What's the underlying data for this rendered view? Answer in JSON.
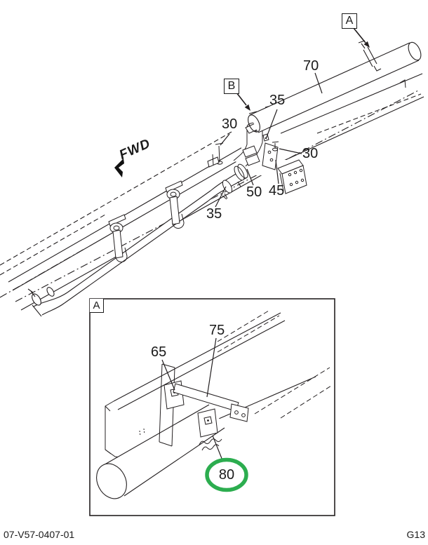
{
  "page": {
    "footer": {
      "doc_number": "07-V57-0407-01",
      "page_code": "G13"
    }
  },
  "colors": {
    "ink": "#231f20",
    "highlight_green": "#2cad4f"
  },
  "main_view": {
    "direction_label": "FWD",
    "detail_markers": {
      "a": "A",
      "b": "B"
    },
    "callouts": {
      "c70": "70",
      "c35_upper": "35",
      "c30_left": "30",
      "c30_right": "30",
      "c45": "45",
      "c50": "50",
      "c35_lower": "35"
    }
  },
  "detail_view": {
    "marker": "A",
    "callouts": {
      "c65": "65",
      "c75": "75",
      "c80": "80"
    }
  }
}
